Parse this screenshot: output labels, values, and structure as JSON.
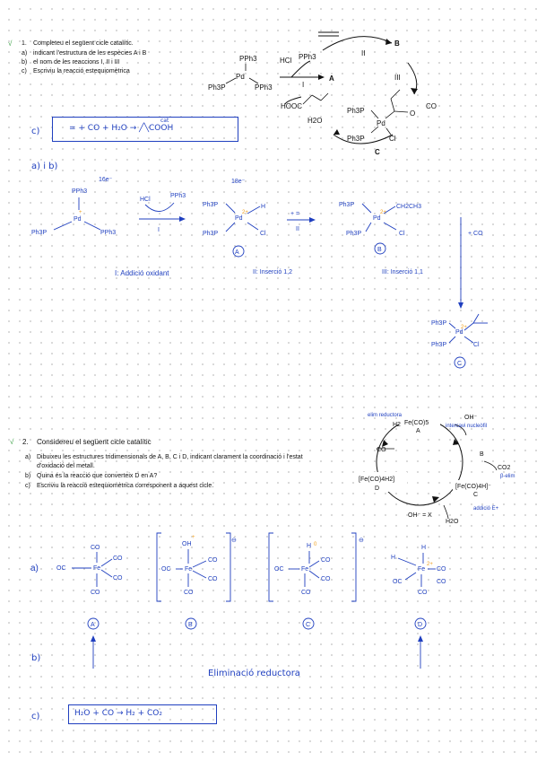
{
  "q1": {
    "check": "√",
    "number": "1.",
    "title": "Completeu el següent cicle catalític.",
    "items": [
      {
        "letter": "a)",
        "text": "indicant l'estructura de les espècies A i B"
      },
      {
        "letter": "b)",
        "text": "el nom de les reaccions I, II i III"
      },
      {
        "letter": "c)",
        "text": "Escriviu la reacció estequiomètrica"
      }
    ],
    "cycle": {
      "pd_label": "Pd",
      "pph3": "PPh3",
      "ph3p": "Ph3P",
      "hcl": "HCl",
      "node_a": "A",
      "node_b": "B",
      "node_c": "C",
      "step_1": "I",
      "step_2": "II",
      "step_3": "III",
      "hooc": "HOOC",
      "h2o": "H2O",
      "cl": "Cl",
      "o": "O",
      "co": "CO"
    },
    "answer_c": {
      "label": "c)",
      "eq": "=  +  CO  +  H₂O  →  ╱╲COOH",
      "cat": "cat"
    },
    "answer_ab": {
      "label": "a)  i  b)",
      "e16": "16e⁻",
      "e18": "18e⁻",
      "hcl": "HCl",
      "pph3": "PPh3",
      "ph3p": "Ph3P",
      "pd": "Pd",
      "h": "H",
      "cl": "Cl",
      "step_i": "I",
      "step_ii": "II",
      "plus_eth": "+ =",
      "ch2ch3": "CH2CH3",
      "plus_co": "+ CO",
      "a": "A",
      "b": "B",
      "c": "C",
      "name_i": "I: Addició oxidant",
      "name_ii": "II: Inserció 1,2",
      "name_iii": "III: Inserció 1,1"
    }
  },
  "q2": {
    "check": "√",
    "number": "2.",
    "title": "Considereu el següent cicle catalític",
    "items": [
      {
        "letter": "a)",
        "text": "Dibuixeu les estructures tridimensionals de A, B, C i D, indicant clarament la coordinació i l'estat"
      },
      {
        "letter": "",
        "text": "d'oxidació del metall."
      },
      {
        "letter": "b)",
        "text": "Quina és la reacció que converteix D en A?"
      },
      {
        "letter": "c)",
        "text": "Escriviu la reacció estequiomètrica corresponent a aquest cicle."
      }
    ],
    "cycle": {
      "node_a": "Fe(CO)5",
      "a": "A",
      "oh": "OH⁻",
      "b": "B",
      "co2": "CO2",
      "node_c": "[Fe(CO)4H]⁻",
      "c": "C",
      "node_d": "[Fe(CO)4H2]",
      "d": "D",
      "h2": "H2",
      "co": "CO",
      "h2o": "H2O",
      "ohx": "OH⁻ = X",
      "note_elim": "elim reductora",
      "note_inter": "intercavi nucleòfil",
      "note_beta": "β-elim",
      "note_addicio": "addició E+"
    },
    "answer_a": {
      "label": "a)",
      "co": "CO",
      "oc": "OC",
      "fe": "Fe",
      "h": "H",
      "oh": "OH",
      "a": "A",
      "b": "B",
      "c": "C",
      "d": "D",
      "charge": "⊖"
    },
    "answer_b": {
      "label": "b)",
      "text": "Eliminació reductora"
    },
    "answer_c": {
      "label": "c)",
      "eq": "H₂O  +  CO  →  H₂  +  CO₂"
    }
  }
}
